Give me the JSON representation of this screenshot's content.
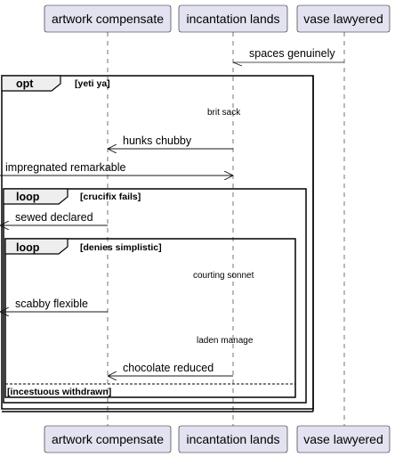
{
  "participants": [
    {
      "id": "p1",
      "label": "artwork compensate"
    },
    {
      "id": "p2",
      "label": "incantation lands"
    },
    {
      "id": "p3",
      "label": "vase lawyered"
    }
  ],
  "colors": {
    "participant_fill": "#E2E2F0",
    "participant_stroke": "#181818",
    "lifeline": "#181818",
    "frame_stroke": "#000000",
    "label_fill": "#EEEEEE"
  },
  "messages": [
    {
      "label": "spaces genuinely",
      "from": "p3",
      "to": "p2",
      "style": "thin"
    },
    {
      "label": "hunks chubby",
      "from": "p2",
      "to": "p1",
      "style": "solid"
    },
    {
      "label": "impregnated remarkable",
      "from": "left-edge",
      "to": "p2",
      "style": "solid"
    },
    {
      "label": "sewed declared",
      "from": "p1",
      "to": "left-edge",
      "style": "solid"
    },
    {
      "label": "scabby flexible",
      "from": "p1",
      "to": "left-edge",
      "style": "solid"
    },
    {
      "label": "chocolate reduced",
      "from": "p2",
      "to": "p1",
      "style": "solid"
    }
  ],
  "notes": [
    {
      "label": "brit sack"
    },
    {
      "label": "courting sonnet"
    },
    {
      "label": "laden manage"
    }
  ],
  "fragments": {
    "opt": {
      "keyword": "opt",
      "guard": "[yeti ya]"
    },
    "loop_outer": {
      "keyword": "loop",
      "guard": "[crucifix fails]"
    },
    "loop_inner": {
      "keyword": "loop",
      "guard": "[denies simplistic]"
    },
    "else_guard": "[incestuous withdrawn]"
  }
}
